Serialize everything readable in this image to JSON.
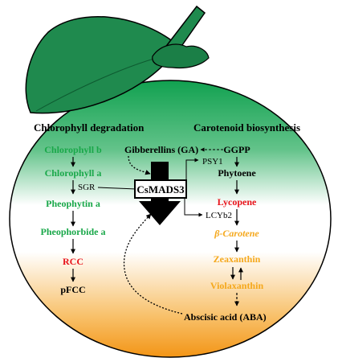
{
  "left_title": "Chlorophyll degradation",
  "right_title": "Carotenoid biosynthesis",
  "chlorophyll_pathway": [
    {
      "label": "Chlorophyll b",
      "color": "#1aa84a"
    },
    {
      "label": "Chlorophyll a",
      "color": "#1aa84a"
    },
    {
      "label": "Pheophytin a",
      "color": "#1aa84a"
    },
    {
      "label": "Pheophorbide a",
      "color": "#1aa84a"
    },
    {
      "label": "RCC",
      "color": "#e8141b"
    },
    {
      "label": "pFCC",
      "color": "#000000"
    }
  ],
  "sgr_label": "SGR",
  "regulator_label": "CsMADS3",
  "gibberellins_label": "Gibberellins (GA)",
  "aba_label": "Abscisic acid (ABA)",
  "carotenoid_pathway": [
    {
      "label": "GGPP",
      "color": "#000000"
    },
    {
      "label": "Phytoene",
      "color": "#000000"
    },
    {
      "label": "Lycopene",
      "color": "#e8141b"
    },
    {
      "label": "β-Carotene",
      "color": "#f5a81c"
    },
    {
      "label": "Zeaxanthin",
      "color": "#f5a81c"
    },
    {
      "label": "Violaxanthin",
      "color": "#f5a81c"
    }
  ],
  "psy1_label": "PSY1",
  "lcyb2_label": "LCYb2",
  "colors": {
    "green": "#1aa84a",
    "red": "#e8141b",
    "orange": "#f5a81c",
    "leaf": "#1f8a4e",
    "fruit_top": "#10a24f",
    "fruit_bottom": "#f49a18"
  }
}
